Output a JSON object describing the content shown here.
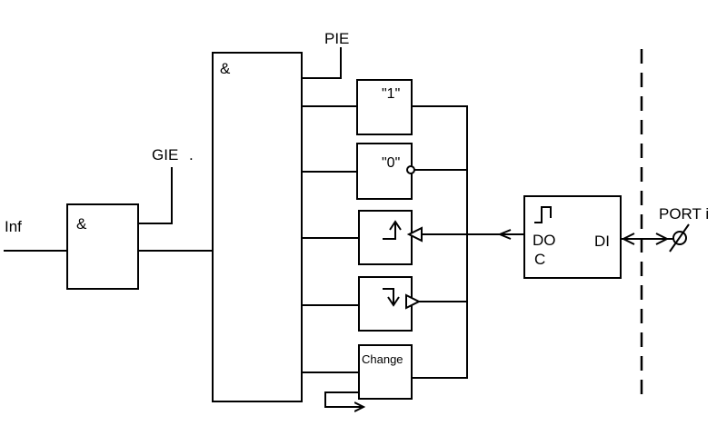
{
  "labels": {
    "inf": "Inf",
    "gie": "GIE",
    "gie_dot": ".",
    "pie": "PIE",
    "and_small": "&",
    "and_big": "&",
    "one": "\"1\"",
    "zero": "\"0\"",
    "change": "Change",
    "do": "DO",
    "c": "C",
    "di": "DI",
    "port": "PORT i"
  },
  "icons": {
    "rising_edge": "rising-edge-detector-icon",
    "falling_edge": "falling-edge-detector-icon",
    "schmitt": "schmitt-trigger-icon",
    "port_pin": "port-pin-icon"
  }
}
